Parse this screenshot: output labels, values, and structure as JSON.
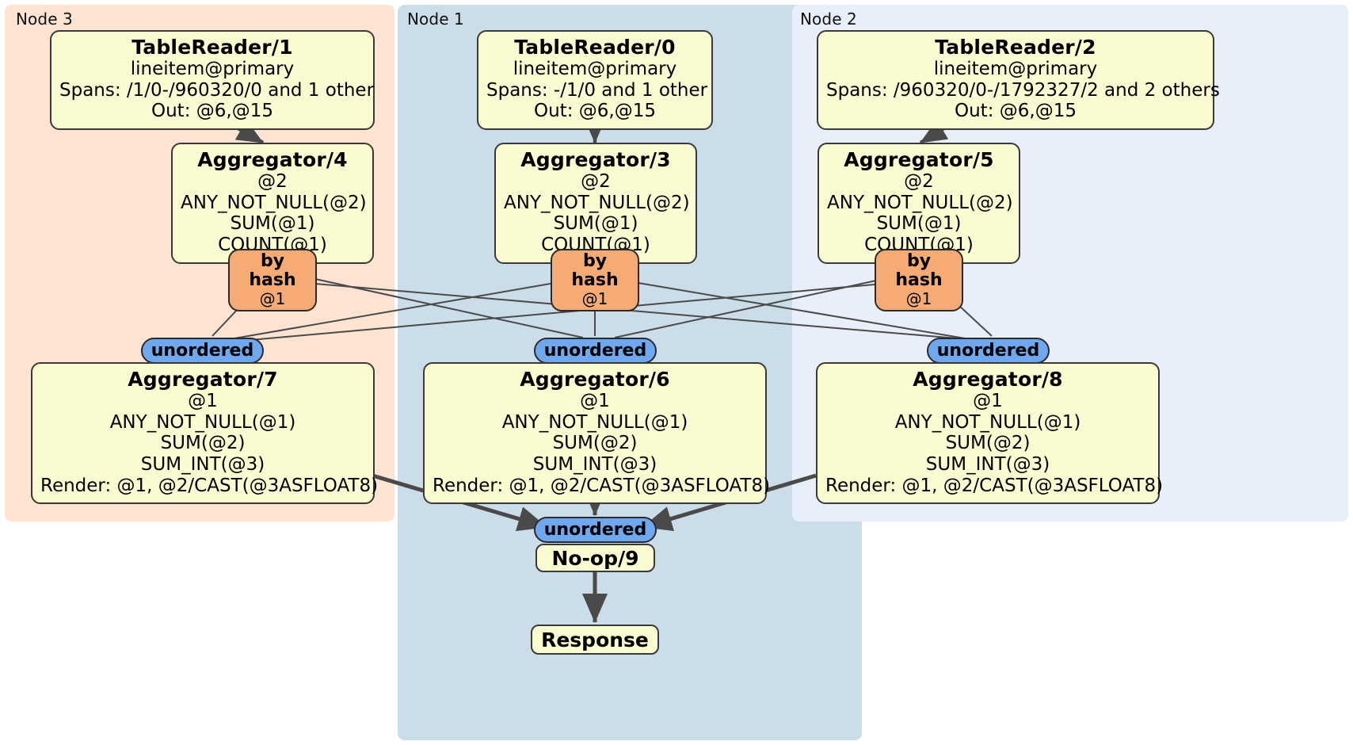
{
  "diagram": {
    "type": "distributed-query-plan",
    "colors": {
      "node3_panel": "#fde3d2",
      "node1_panel": "#cbdde9",
      "node2_panel": "#e9eefb",
      "processor_box": "#fbfbd2",
      "hash_badge": "#f6ab74",
      "unordered_badge": "#6fa8ee",
      "edge": "#4a4a4a"
    },
    "panels": [
      {
        "id": "node3",
        "label": "Node 3"
      },
      {
        "id": "node1",
        "label": "Node 1"
      },
      {
        "id": "node2",
        "label": "Node 2"
      }
    ],
    "processors": {
      "tablereader1": {
        "title": "TableReader/1",
        "lines": [
          "lineitem@primary",
          "Spans: /1/0-/960320/0 and 1 other",
          "Out: @6,@15"
        ]
      },
      "tablereader0": {
        "title": "TableReader/0",
        "lines": [
          "lineitem@primary",
          "Spans: -/1/0 and 1 other",
          "Out: @6,@15"
        ]
      },
      "tablereader2": {
        "title": "TableReader/2",
        "lines": [
          "lineitem@primary",
          "Spans: /960320/0-/1792327/2 and 2 others",
          "Out: @6,@15"
        ]
      },
      "aggregator4": {
        "title": "Aggregator/4",
        "lines": [
          "@2",
          "ANY_NOT_NULL(@2)",
          "SUM(@1)",
          "COUNT(@1)"
        ]
      },
      "aggregator3": {
        "title": "Aggregator/3",
        "lines": [
          "@2",
          "ANY_NOT_NULL(@2)",
          "SUM(@1)",
          "COUNT(@1)"
        ]
      },
      "aggregator5": {
        "title": "Aggregator/5",
        "lines": [
          "@2",
          "ANY_NOT_NULL(@2)",
          "SUM(@1)",
          "COUNT(@1)"
        ]
      },
      "aggregator7": {
        "title": "Aggregator/7",
        "lines": [
          "@1",
          "ANY_NOT_NULL(@1)",
          "SUM(@2)",
          "SUM_INT(@3)",
          "Render: @1, @2/CAST(@3ASFLOAT8)"
        ]
      },
      "aggregator6": {
        "title": "Aggregator/6",
        "lines": [
          "@1",
          "ANY_NOT_NULL(@1)",
          "SUM(@2)",
          "SUM_INT(@3)",
          "Render: @1, @2/CAST(@3ASFLOAT8)"
        ]
      },
      "aggregator8": {
        "title": "Aggregator/8",
        "lines": [
          "@1",
          "ANY_NOT_NULL(@1)",
          "SUM(@2)",
          "SUM_INT(@3)",
          "Render: @1, @2/CAST(@3ASFLOAT8)"
        ]
      },
      "noop9": {
        "title": "No-op/9"
      },
      "response": {
        "title": "Response"
      }
    },
    "routers": {
      "hash_left": {
        "label": "by hash",
        "column": "@1"
      },
      "hash_mid": {
        "label": "by hash",
        "column": "@1"
      },
      "hash_right": {
        "label": "by hash",
        "column": "@1"
      },
      "unordered_left": {
        "label": "unordered"
      },
      "unordered_mid": {
        "label": "unordered"
      },
      "unordered_right": {
        "label": "unordered"
      },
      "unordered_final": {
        "label": "unordered"
      }
    }
  }
}
